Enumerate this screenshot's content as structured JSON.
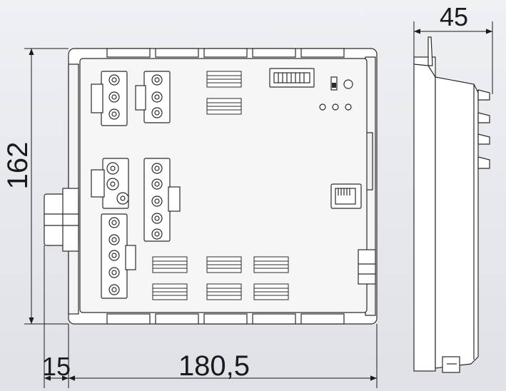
{
  "dimensions": {
    "height_label": "162",
    "depth_label": "45",
    "rail_offset_label": "15",
    "width_label": "180,5"
  },
  "colors": {
    "background": "#e8e9ee",
    "housing_fill": "#ffffff",
    "outline": "#2a2a2a",
    "panel_fill": "#f6f6f6"
  }
}
